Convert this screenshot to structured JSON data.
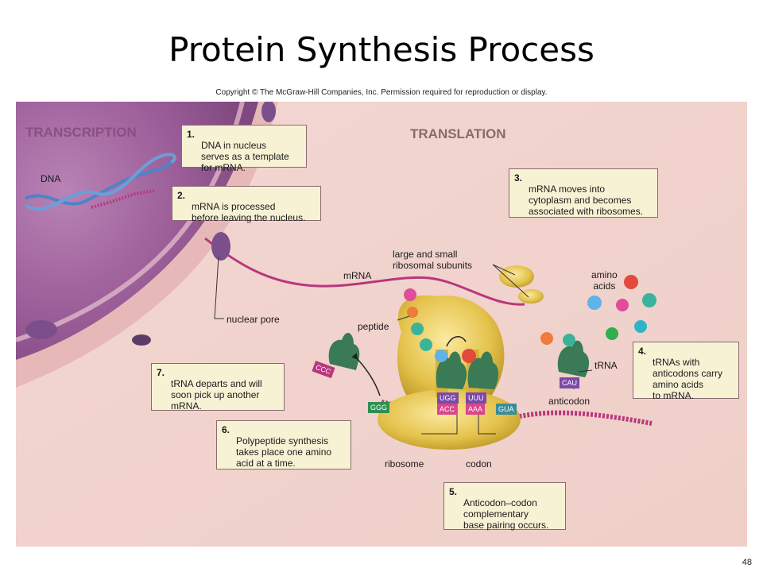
{
  "title": "Protein Synthesis Process",
  "copyright": "Copyright © The McGraw-Hill Companies, Inc. Permission required for reproduction or display.",
  "sections": {
    "transcription": "TRANSCRIPTION",
    "translation": "TRANSLATION"
  },
  "steps": [
    {
      "num": "1.",
      "text": "DNA in nucleus\nserves as a template\nfor mRNA."
    },
    {
      "num": "2.",
      "text": "mRNA is processed\nbefore leaving the nucleus."
    },
    {
      "num": "3.",
      "text": "mRNA moves into\ncytoplasm and becomes\nassociated with ribosomes."
    },
    {
      "num": "4.",
      "text": "tRNAs with\nanticodons carry\namino acids\nto mRNA."
    },
    {
      "num": "5.",
      "text": "Anticodon–codon\ncomplementary\nbase pairing occurs."
    },
    {
      "num": "6.",
      "text": "Polypeptide synthesis\ntakes place one amino\nacid at a time."
    },
    {
      "num": "7.",
      "text": "tRNA departs and will\nsoon pick up another\nmRNA."
    }
  ],
  "labels": {
    "dna": "DNA",
    "mrna": "mRNA",
    "nuclear_pore": "nuclear pore",
    "subunits": "large and small\nribosomal subunits",
    "amino_acids": "amino\nacids",
    "peptide": "peptide",
    "trna": "tRNA",
    "anticodon": "anticodon",
    "ribosome": "ribosome",
    "codon": "codon"
  },
  "bases": {
    "departing": "CCC",
    "exit_codon": "GGG",
    "anticodon_left": "UGG",
    "anticodon_right": "UUU",
    "codon_left": "ACC",
    "codon_right": "AAA",
    "next_codon": "GUA",
    "incoming_anticodon": "CAU"
  },
  "colors": {
    "nucleus": "#a0659e",
    "cytoplasm": "#f1d3cf",
    "box_fill": "#f8f2d5",
    "section_label": "#8a4f82",
    "translation_label": "#8a6a6a",
    "mrna": "#b8377d",
    "dna": "#4f83c7",
    "ribosome": "#e2c24a",
    "trna": "#3a7a55"
  },
  "page_number": "48"
}
